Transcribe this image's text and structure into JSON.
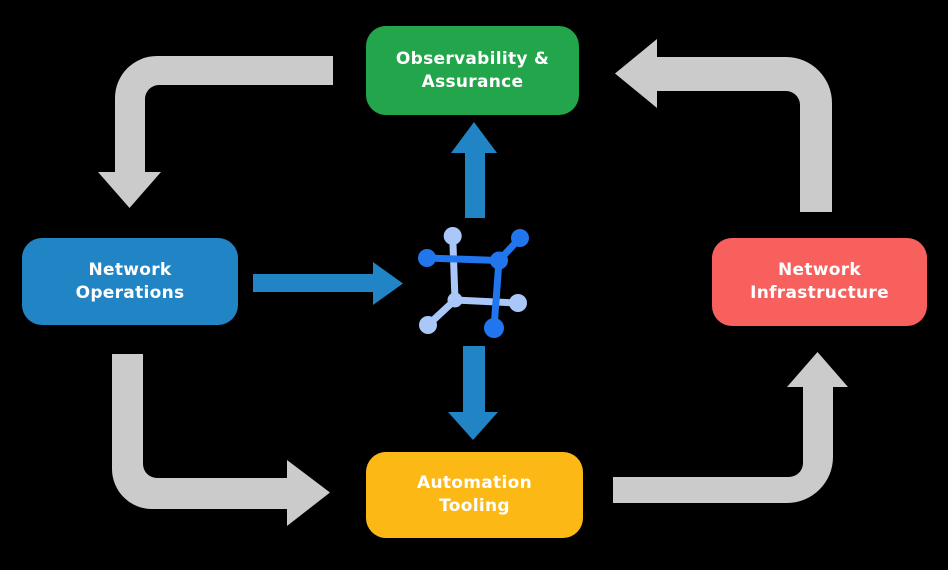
{
  "diagram": {
    "name": "network-automation-cycle",
    "background_color": "#000000"
  },
  "nodes": {
    "observability": {
      "label": "Observability &\nAssurance",
      "color": "#23a54b"
    },
    "operations": {
      "label": "Network\nOperations",
      "color": "#2184c4"
    },
    "infrastructure": {
      "label": "Network\nInfrastructure",
      "color": "#f8605e"
    },
    "automation": {
      "label": "Automation\nTooling",
      "color": "#fcb916"
    }
  },
  "arrows": {
    "gray_color": "#cbcbcb",
    "blue_color": "#2184c4",
    "cycle": [
      {
        "from": "observability",
        "to": "operations",
        "direction": "down"
      },
      {
        "from": "operations",
        "to": "automation",
        "direction": "right"
      },
      {
        "from": "automation",
        "to": "infrastructure",
        "direction": "up"
      },
      {
        "from": "infrastructure",
        "to": "observability",
        "direction": "left"
      }
    ],
    "center_links": [
      {
        "from": "operations",
        "to": "center-icon",
        "direction": "right"
      },
      {
        "from": "center-icon",
        "to": "observability",
        "direction": "up"
      },
      {
        "from": "center-icon",
        "to": "automation",
        "direction": "down"
      }
    ]
  },
  "icon": {
    "name": "network-mesh-icon",
    "dark_color": "#2176ed",
    "light_color": "#a9c7f8"
  }
}
